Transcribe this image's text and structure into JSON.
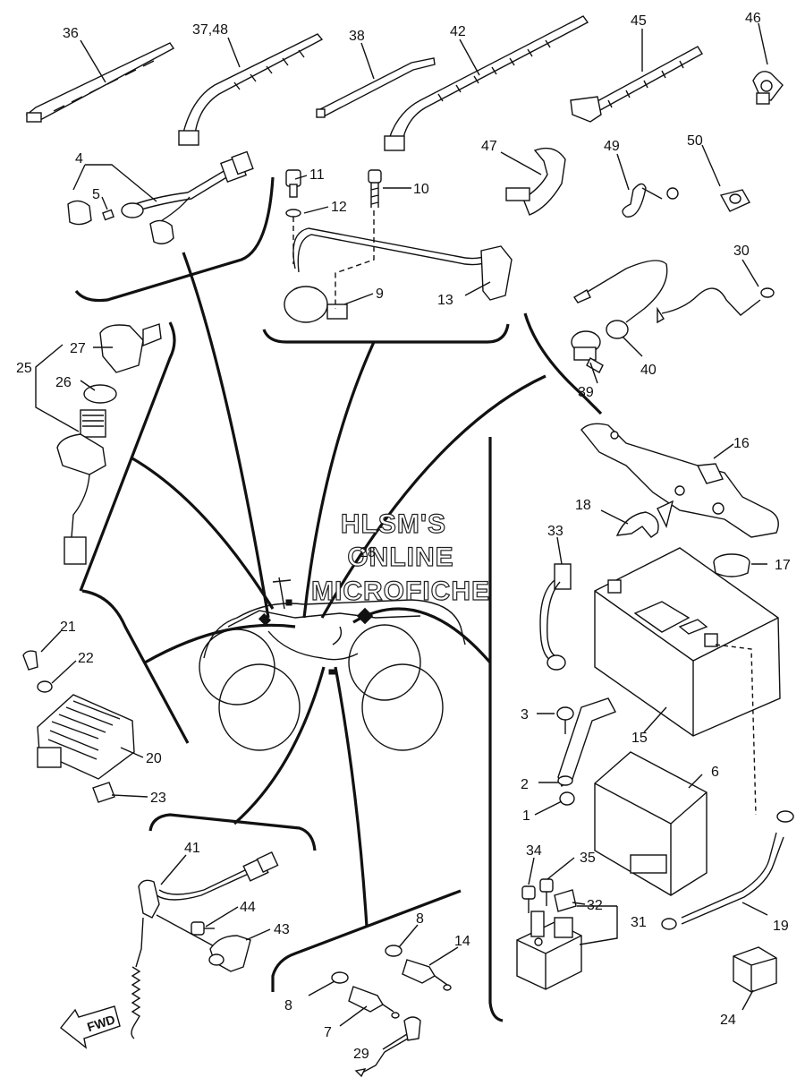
{
  "watermark": {
    "line1": "HLSM'S",
    "line2": "ONLINE",
    "line3": "MICROFICHE"
  },
  "direction_tag": "FWD",
  "callouts": [
    {
      "id": "c36",
      "text": "36"
    },
    {
      "id": "c3748",
      "text": "37,48"
    },
    {
      "id": "c38",
      "text": "38"
    },
    {
      "id": "c42",
      "text": "42"
    },
    {
      "id": "c45",
      "text": "45"
    },
    {
      "id": "c46",
      "text": "46"
    },
    {
      "id": "c4",
      "text": "4"
    },
    {
      "id": "c5",
      "text": "5"
    },
    {
      "id": "c11",
      "text": "11"
    },
    {
      "id": "c10",
      "text": "10"
    },
    {
      "id": "c12",
      "text": "12"
    },
    {
      "id": "c47",
      "text": "47"
    },
    {
      "id": "c49",
      "text": "49"
    },
    {
      "id": "c50",
      "text": "50"
    },
    {
      "id": "c9",
      "text": "9"
    },
    {
      "id": "c13",
      "text": "13"
    },
    {
      "id": "c30",
      "text": "30"
    },
    {
      "id": "c27",
      "text": "27"
    },
    {
      "id": "c25",
      "text": "25"
    },
    {
      "id": "c26",
      "text": "26"
    },
    {
      "id": "c40",
      "text": "40"
    },
    {
      "id": "c39",
      "text": "39"
    },
    {
      "id": "c16",
      "text": "16"
    },
    {
      "id": "c18",
      "text": "18"
    },
    {
      "id": "c33",
      "text": "33"
    },
    {
      "id": "c28",
      "text": "28"
    },
    {
      "id": "c17",
      "text": "17"
    },
    {
      "id": "c21",
      "text": "21"
    },
    {
      "id": "c22",
      "text": "22"
    },
    {
      "id": "c3",
      "text": "3"
    },
    {
      "id": "c15",
      "text": "15"
    },
    {
      "id": "c20",
      "text": "20"
    },
    {
      "id": "c6",
      "text": "6"
    },
    {
      "id": "c2",
      "text": "2"
    },
    {
      "id": "c1",
      "text": "1"
    },
    {
      "id": "c23",
      "text": "23"
    },
    {
      "id": "c41",
      "text": "41"
    },
    {
      "id": "c34",
      "text": "34"
    },
    {
      "id": "c35",
      "text": "35"
    },
    {
      "id": "c32",
      "text": "32"
    },
    {
      "id": "c31",
      "text": "31"
    },
    {
      "id": "c44",
      "text": "44"
    },
    {
      "id": "c43",
      "text": "43"
    },
    {
      "id": "c19",
      "text": "19"
    },
    {
      "id": "c8a",
      "text": "8"
    },
    {
      "id": "c14",
      "text": "14"
    },
    {
      "id": "c8b",
      "text": "8"
    },
    {
      "id": "c7",
      "text": "7"
    },
    {
      "id": "c24",
      "text": "24"
    },
    {
      "id": "c29",
      "text": "29"
    }
  ]
}
